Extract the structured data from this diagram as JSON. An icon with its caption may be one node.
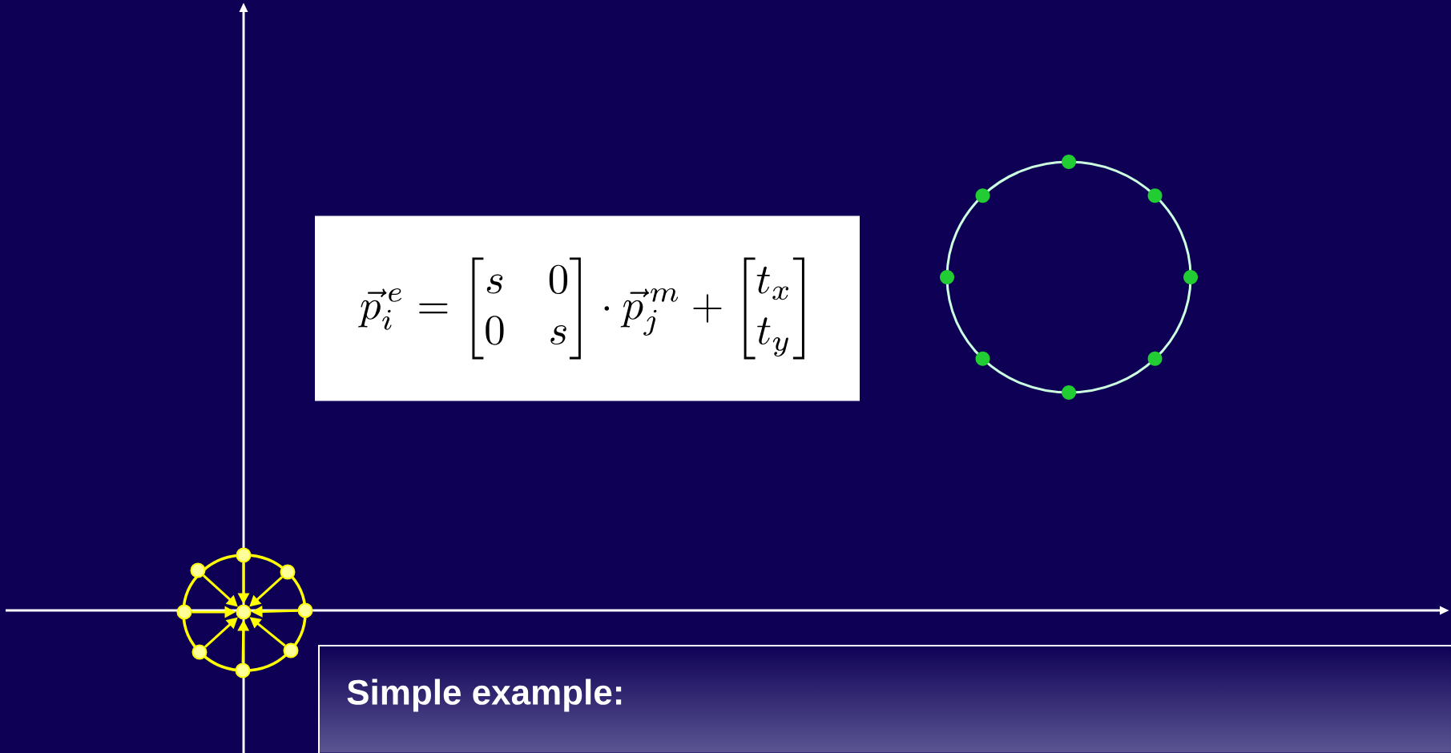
{
  "diagram": {
    "nodes": [
      {
        "text": [
          "\\vec{p}_i^{\\,e} = \\begin{bmatrix} s & 0 \\\\ 0 & s \\end{bmatrix} \\cdot \\vec{p}_j^{\\,m} + \\begin{bmatrix} t_x \\\\ t_y \\end{bmatrix}"
        ]
      },
      {
        "text": [],
        "shape": "circle"
      },
      {
        "text": [],
        "shape": "circle"
      },
      {
        "text": [],
        "shape": "circle"
      },
      {
        "text": [],
        "shape": "circle"
      },
      {
        "text": [],
        "shape": "circle"
      },
      {
        "text": [],
        "shape": "circle"
      },
      {
        "text": [],
        "shape": "circle"
      },
      {
        "text": [],
        "shape": "circle"
      },
      {
        "text": [],
        "shape": "circle"
      },
      {
        "text": [
          "Simple example:"
        ]
      }
    ],
    "edges": [
      {
        "from": 1,
        "to": 5,
        "arrow": "to"
      },
      {
        "from": 2,
        "to": 5,
        "arrow": "to"
      },
      {
        "from": 3,
        "to": 5,
        "arrow": "to"
      },
      {
        "from": 4,
        "to": 5,
        "arrow": "to"
      },
      {
        "from": 6,
        "to": 5,
        "arrow": "to"
      },
      {
        "from": 7,
        "to": 5,
        "arrow": "to"
      },
      {
        "from": 8,
        "to": 5,
        "arrow": "to"
      },
      {
        "from": 9,
        "to": 5,
        "arrow": "to"
      }
    ]
  }
}
